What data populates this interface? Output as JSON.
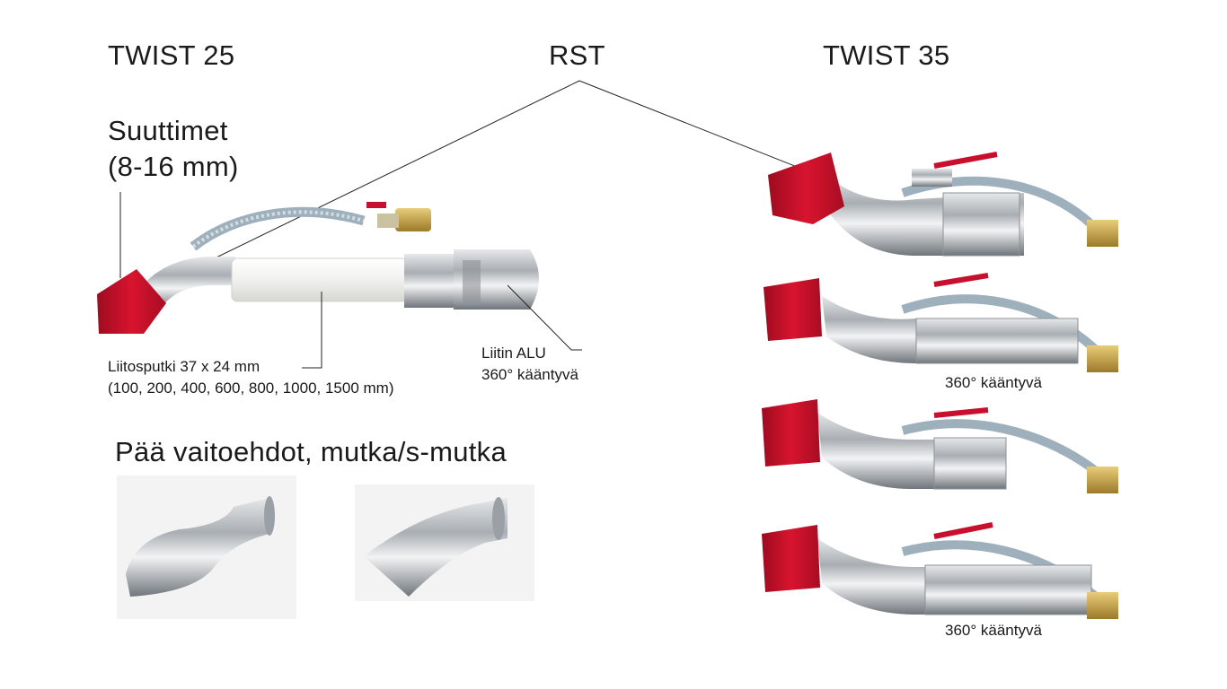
{
  "headings": {
    "twist25": "TWIST 25",
    "rst": "RST",
    "twist35": "TWIST 35"
  },
  "nozzles": {
    "line1": "Suuttimet",
    "line2": "(8-16 mm)"
  },
  "connection_pipe": {
    "line1": "Liitosputki 37 x 24 mm",
    "line2": "(100, 200, 400, 600, 800, 1000, 1500 mm)"
  },
  "coupling": {
    "line1": "Liitin ALU",
    "line2": "360° kääntyvä"
  },
  "head_options": "Pää vaitoehdot, mutka/s-mutka",
  "twist35_labels": {
    "swivel_1": "360° kääntyvä",
    "swivel_2": "360° kääntyvä"
  },
  "colors": {
    "nozzle_red": "#c8102e",
    "steel": "#b8bcc0",
    "brass": "#c9a34a",
    "pipe_white": "#f4f4f2",
    "hose": "#aebfcc"
  }
}
